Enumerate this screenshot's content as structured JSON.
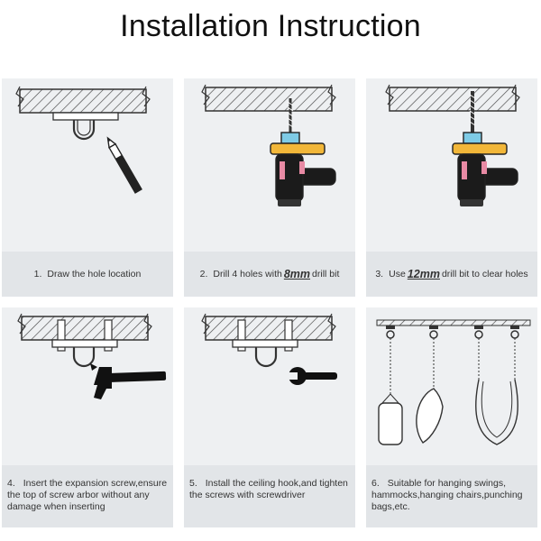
{
  "title": "Installation Instruction",
  "steps": [
    {
      "number": "1.",
      "text": "Draw the hole location"
    },
    {
      "number": "2.",
      "before": "Drill 4 holes with",
      "size": "8mm",
      "after": "drill bit"
    },
    {
      "number": "3.",
      "before": "Use",
      "size": "12mm",
      "after": "drill bit to clear holes"
    },
    {
      "number": "4.",
      "text": "Insert the expansion screw,ensure the top of screw arbor without any damage when inserting"
    },
    {
      "number": "5.",
      "text": "Install the ceiling hook,and tighten the screws with screwdriver"
    },
    {
      "number": "6.",
      "text": "Suitable for hanging swings, hammocks,hanging chairs,punching bags,etc."
    }
  ],
  "colors": {
    "panel": "#eef0f2",
    "caption": "#e2e5e8",
    "drill_blue": "#7ecbe6",
    "drill_body": "#1b1b1b",
    "drill_pink": "#e88aa4",
    "drill_yellow": "#f2b739"
  }
}
